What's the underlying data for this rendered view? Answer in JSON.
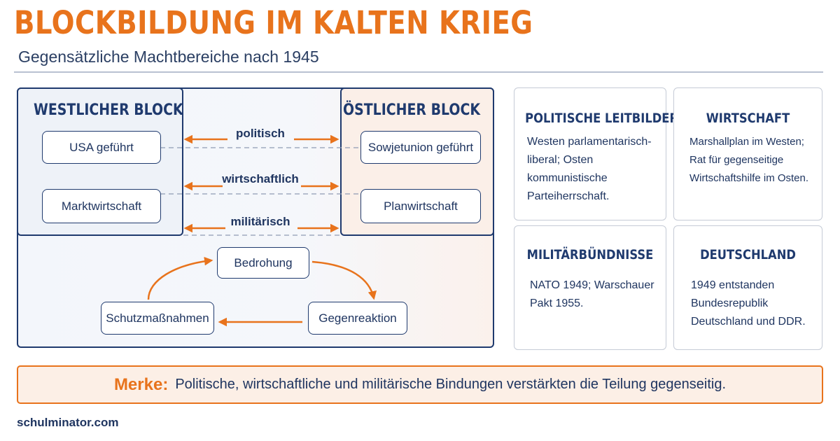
{
  "header": {
    "title": "BLOCKBILDUNG IM KALTEN KRIEG",
    "subtitle": "Gegensätzliche Machtbereiche nach 1945"
  },
  "diagram": {
    "west": {
      "title": "WESTLICHER BLOCK",
      "items": [
        "USA geführt",
        "Marktwirtschaft"
      ]
    },
    "east": {
      "title": "ÖSTLICHER BLOCK",
      "items": [
        "Sowjetunion geführt",
        "Planwirtschaft"
      ]
    },
    "links": [
      "politisch",
      "wirtschaftlich",
      "militärisch"
    ],
    "cycle": [
      "Bedrohung",
      "Gegenreaktion",
      "Schutzmaßnahmen"
    ]
  },
  "cards": [
    {
      "title": "POLITISCHE LEITBILDER",
      "text": "Westen parlamentarisch-liberal; Osten kommunistische Parteiherrschaft."
    },
    {
      "title": "WIRTSCHAFT",
      "text": "Marshallplan im Westen; Rat für gegenseitige Wirtschaftshilfe im Osten."
    },
    {
      "title": "MILITÄRBÜNDNISSE",
      "text": "NATO 1949; Warschauer Pakt 1955."
    },
    {
      "title": "DEUTSCHLAND",
      "text": "1949 entstanden Bundesrepublik Deutschland und DDR."
    }
  ],
  "merke": {
    "label": "Merke:",
    "text": "Politische, wirtschaftliche und militärische Bindungen verstärkten die Teilung gegenseitig."
  },
  "footer": {
    "source": "schulminator.com"
  },
  "colors": {
    "accent_orange": "#e8731c",
    "navy": "#1f3a6e",
    "west_fill": "#eef2f8",
    "east_fill": "#fbefe8"
  }
}
